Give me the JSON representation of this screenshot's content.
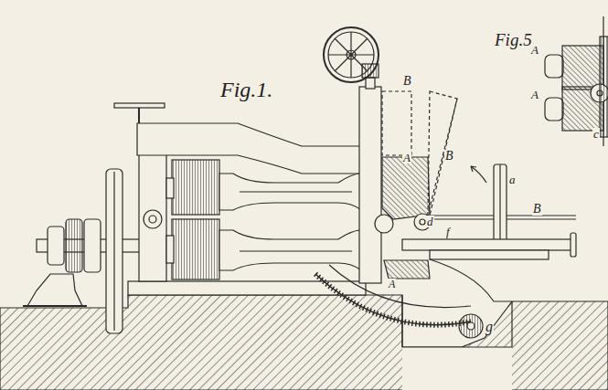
{
  "diagram": {
    "labels": [
      "Fig.1.",
      "Fig.5.",
      "B",
      "B",
      "A",
      "d",
      "f",
      "a",
      "B",
      "A",
      "g",
      "A",
      "A",
      "c"
    ]
  }
}
